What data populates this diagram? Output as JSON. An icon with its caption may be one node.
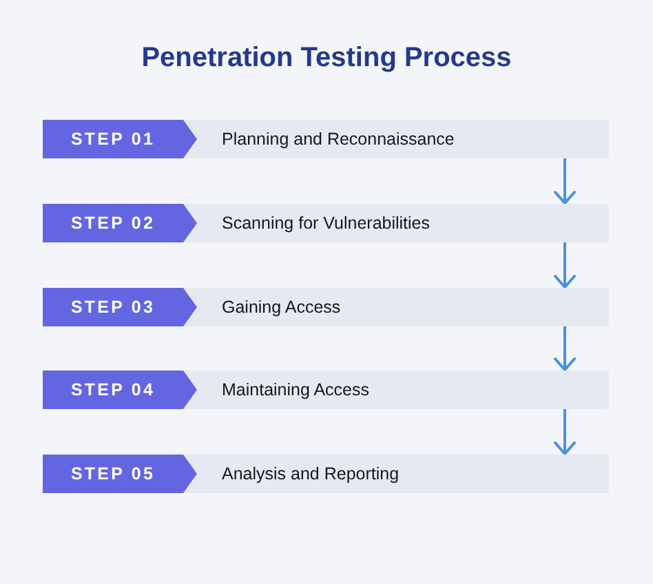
{
  "diagram": {
    "title": "Penetration Testing Process",
    "nodes": [
      {
        "text": [
          "Planning and Reconnaissance"
        ]
      },
      {
        "text": [
          "STEP 01"
        ],
        "in": 0
      },
      {
        "text": [
          "Scanning for Vulnerabilities"
        ]
      },
      {
        "text": [
          "STEP 02"
        ],
        "in": 2
      },
      {
        "text": [
          "Gaining Access"
        ]
      },
      {
        "text": [
          "STEP 03"
        ],
        "in": 4
      },
      {
        "text": [
          "Maintaining Access"
        ]
      },
      {
        "text": [
          "STEP 04"
        ],
        "in": 6
      },
      {
        "text": [
          "Analysis and Reporting"
        ]
      },
      {
        "text": [
          "STEP 05"
        ],
        "in": 8
      }
    ],
    "edges": [
      {
        "from": 0,
        "to": 2,
        "arrow": "to"
      },
      {
        "from": 2,
        "to": 4,
        "arrow": "to"
      },
      {
        "from": 4,
        "to": 6,
        "arrow": "to"
      },
      {
        "from": 6,
        "to": 8,
        "arrow": "to"
      }
    ]
  }
}
